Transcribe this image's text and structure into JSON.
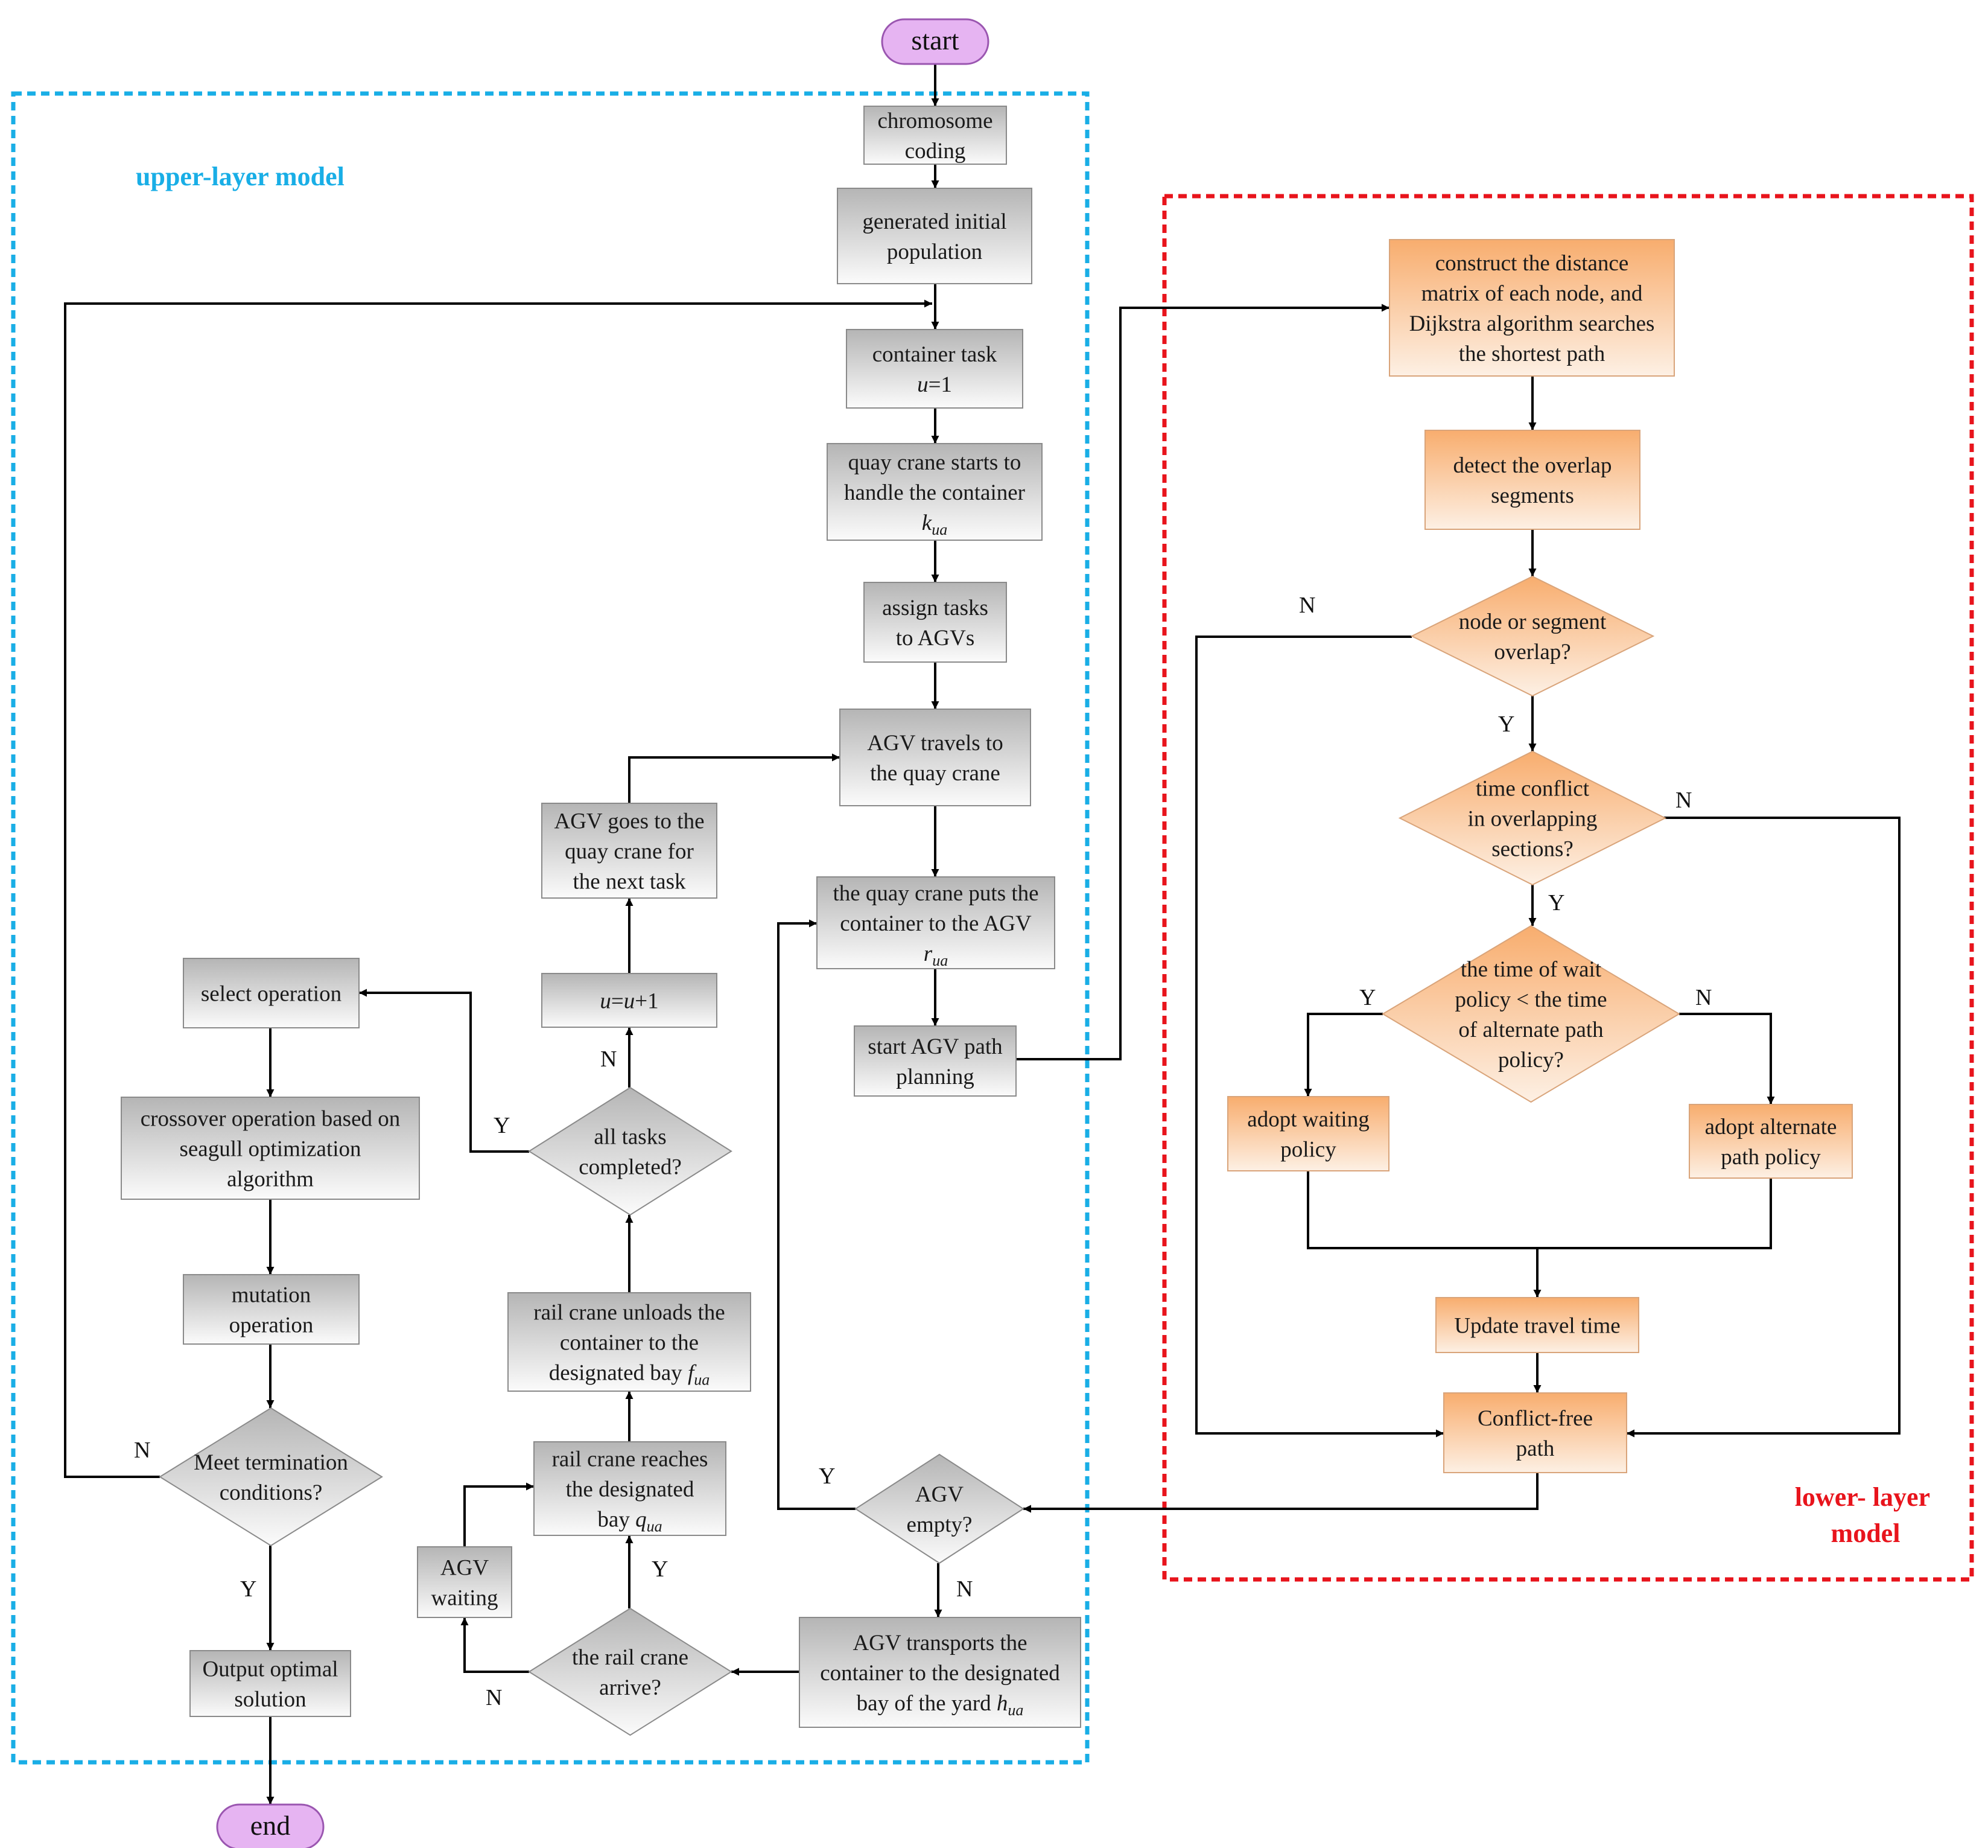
{
  "regions": {
    "upper": {
      "label": "upper-layer model",
      "color": "#19aee6"
    },
    "lower": {
      "label_lines": [
        "lower- layer",
        "model"
      ],
      "color": "#e8141c"
    }
  },
  "colors": {
    "gray_top": "#b5b5b5",
    "gray_bottom": "#fbfbfb",
    "orange_top": "#f8ad6e",
    "orange_bottom": "#fdf0e4",
    "terminal_fill": "#e6b4f2",
    "terminal_stroke": "#9a56b0"
  },
  "nodes": {
    "start": {
      "lines": [
        "start"
      ]
    },
    "end": {
      "lines": [
        "end"
      ]
    },
    "chromosome": {
      "lines": [
        "chromosome",
        "coding"
      ]
    },
    "init_pop": {
      "lines": [
        "generated initial",
        "population"
      ]
    },
    "container_task": {
      "lines": [
        "container task",
        "u=1"
      ]
    },
    "quay_start": {
      "lines": [
        "quay crane starts to",
        "handle the container",
        "kua"
      ]
    },
    "assign": {
      "lines": [
        "assign tasks",
        "to AGVs"
      ]
    },
    "agv_travel": {
      "lines": [
        "AGV travels to",
        "the quay crane"
      ]
    },
    "quay_put": {
      "lines": [
        "the quay crane puts the",
        "container to the AGV",
        "rua"
      ]
    },
    "start_path": {
      "lines": [
        "start AGV path",
        "planning"
      ]
    },
    "agv_empty": {
      "lines": [
        "AGV",
        "empty?"
      ]
    },
    "agv_transport": {
      "lines": [
        "AGV transports the",
        "container to the designated",
        "bay of the yard hua"
      ]
    },
    "rail_arrive": {
      "lines": [
        "the rail crane",
        "arrive?"
      ]
    },
    "agv_waiting": {
      "lines": [
        "AGV",
        "waiting"
      ]
    },
    "rail_reach": {
      "lines": [
        "rail crane reaches",
        "the designated",
        "bay qua"
      ]
    },
    "rail_unload": {
      "lines": [
        "rail crane unloads the",
        "container to the",
        "designated bay fua"
      ]
    },
    "all_done": {
      "lines": [
        "all tasks",
        "completed?"
      ]
    },
    "u_inc": {
      "lines": [
        "u=u+1"
      ]
    },
    "agv_next": {
      "lines": [
        "AGV goes to the",
        "quay crane for",
        "the next task"
      ]
    },
    "select_op": {
      "lines": [
        "select operation"
      ]
    },
    "crossover": {
      "lines": [
        "crossover operation based on",
        "seagull optimization",
        "algorithm"
      ]
    },
    "mutation": {
      "lines": [
        "mutation",
        "operation"
      ]
    },
    "meet_term": {
      "lines": [
        "Meet termination",
        "conditions?"
      ]
    },
    "output": {
      "lines": [
        "Output optimal",
        "solution"
      ]
    },
    "distance": {
      "lines": [
        "construct the distance",
        "matrix of each node, and",
        "Dijkstra algorithm searches",
        "the shortest path"
      ]
    },
    "detect": {
      "lines": [
        "detect the overlap",
        "segments"
      ]
    },
    "overlap_q": {
      "lines": [
        "node or segment",
        "overlap?"
      ]
    },
    "time_conf": {
      "lines": [
        "time conflict",
        "in overlapping",
        "sections?"
      ]
    },
    "wait_cmp": {
      "lines": [
        "the time of wait",
        "policy  < the time",
        "of alternate path",
        "policy?"
      ]
    },
    "adopt_wait": {
      "lines": [
        "adopt waiting",
        "policy"
      ]
    },
    "adopt_alt": {
      "lines": [
        "adopt alternate",
        "path policy"
      ]
    },
    "update_time": {
      "lines": [
        "Update travel time"
      ]
    },
    "conflict_free": {
      "lines": [
        "Conflict-free",
        "path"
      ]
    }
  },
  "edge_labels": {
    "all_done_y": "Y",
    "all_done_n": "N",
    "meet_term_n": "N",
    "meet_term_y": "Y",
    "agv_empty_y": "Y",
    "agv_empty_n": "N",
    "rail_arrive_y": "Y",
    "rail_arrive_n": "N",
    "overlap_n": "N",
    "overlap_y": "Y",
    "time_conf_n": "N",
    "time_conf_y": "Y",
    "wait_cmp_y": "Y",
    "wait_cmp_n": "N"
  }
}
